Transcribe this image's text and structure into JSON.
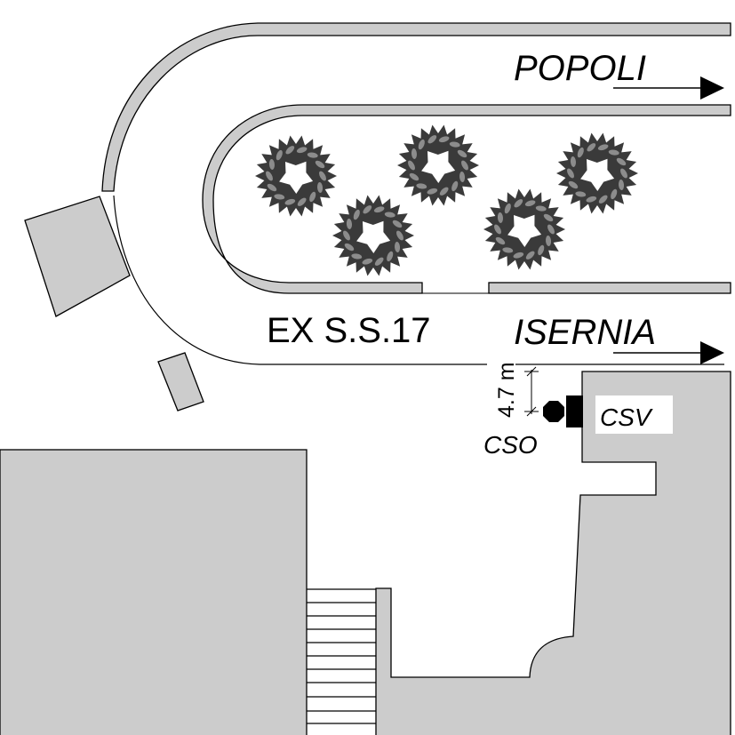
{
  "labels": {
    "direction_north": "POPOLI",
    "direction_south": "ISERNIA",
    "road_name": "EX S.S.17",
    "distance": "4.7 m",
    "station_outdoor": "CSO",
    "station_vertical": "CSV"
  },
  "colors": {
    "building_fill": "#cccccc",
    "tree_dark": "#3a3a3a",
    "tree_leaf": "#8c8c8c",
    "line": "#000000"
  },
  "trees": [
    {
      "name": "tree-1"
    },
    {
      "name": "tree-2"
    },
    {
      "name": "tree-3"
    },
    {
      "name": "tree-4"
    },
    {
      "name": "tree-5"
    }
  ]
}
